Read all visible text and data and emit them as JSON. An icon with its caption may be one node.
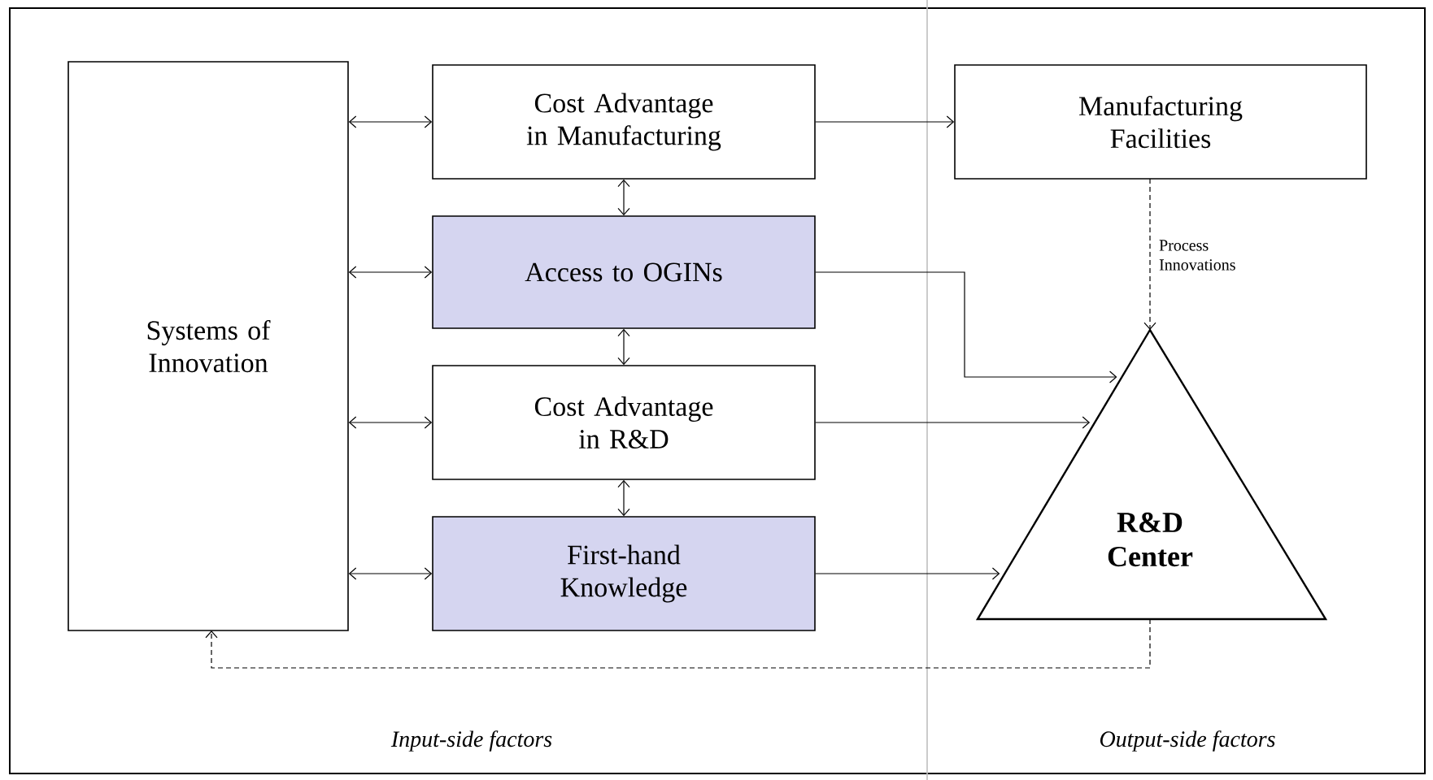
{
  "diagram": {
    "nodes": [
      {
        "text": [
          "Systems of Innovation"
        ]
      },
      {
        "text": [
          "Cost Advantage in Manufacturing"
        ]
      },
      {
        "text": [
          "Access to OGINs"
        ]
      },
      {
        "text": [
          "Cost Advantage in R&D"
        ]
      },
      {
        "text": [
          "First-hand Knowledge"
        ]
      },
      {
        "text": [
          "Manufacturing Facilities"
        ]
      },
      {
        "text": [
          "R&D Center"
        ]
      }
    ],
    "edges": [
      {
        "from": 0,
        "to": 1,
        "arrow": "both"
      },
      {
        "from": 0,
        "to": 2,
        "arrow": "both"
      },
      {
        "from": 0,
        "to": 3,
        "arrow": "both"
      },
      {
        "from": 0,
        "to": 4,
        "arrow": "both"
      },
      {
        "from": 1,
        "to": 2,
        "arrow": "both"
      },
      {
        "from": 2,
        "to": 3,
        "arrow": "both"
      },
      {
        "from": 3,
        "to": 4,
        "arrow": "both"
      },
      {
        "from": 1,
        "to": 5,
        "arrow": "to"
      },
      {
        "from": 2,
        "to": 6,
        "arrow": "to"
      },
      {
        "from": 3,
        "to": 6,
        "arrow": "to"
      },
      {
        "from": 4,
        "to": 6,
        "arrow": "to"
      },
      {
        "from": 5,
        "to": 6,
        "arrow": "to",
        "style": "dashed",
        "label": "Process Innovations"
      },
      {
        "from": 6,
        "to": 0,
        "arrow": "to",
        "style": "dashed"
      }
    ],
    "labels": [
      "Input-side factors",
      "Output-side factors"
    ]
  }
}
